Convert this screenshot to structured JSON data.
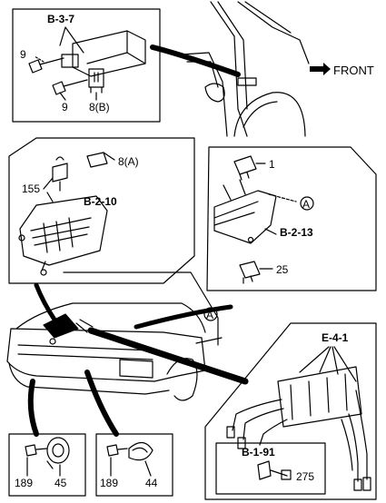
{
  "direction_label": "FRONT",
  "groups": {
    "b37": {
      "code": "B-3-7",
      "parts": [
        "9",
        "9",
        "8(B)"
      ]
    },
    "b210": {
      "code": "B-2-10",
      "parts": [
        "155",
        "8(A)"
      ]
    },
    "b213": {
      "code": "B-2-13",
      "parts": [
        "1",
        "25"
      ],
      "ref": "A"
    },
    "e41": {
      "code": "E-4-1"
    },
    "b191": {
      "code": "B-1-91",
      "parts": [
        "275"
      ]
    },
    "horn_left": {
      "parts": [
        "189",
        "45"
      ]
    },
    "horn_right": {
      "parts": [
        "189",
        "44"
      ]
    },
    "car_ref": "A"
  }
}
